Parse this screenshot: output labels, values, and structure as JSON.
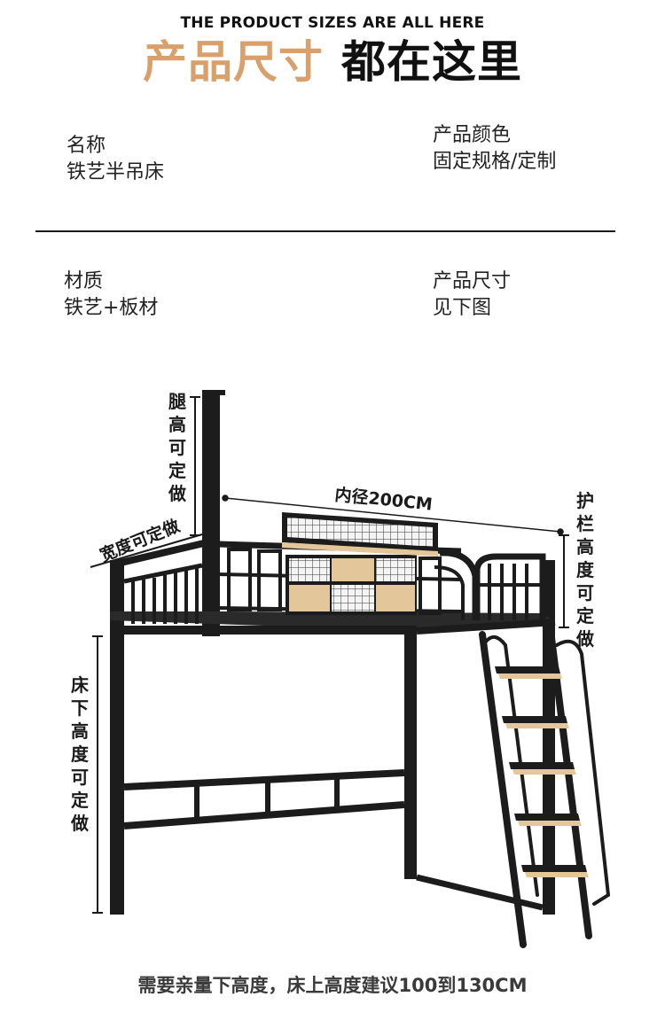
{
  "header": {
    "english": "THE PRODUCT SIZES ARE ALL HERE",
    "title_part1": "产品尺寸",
    "title_part2": "都在这里"
  },
  "info": {
    "name_label": "名称",
    "name_value": "铁艺半吊床",
    "color_label": "产品颜色",
    "color_value": "固定规格/定制",
    "material_label": "材质",
    "material_value": "铁艺+板材",
    "size_label": "产品尺寸",
    "size_value": "见下图"
  },
  "diagram": {
    "leg_height": "腿高可定做",
    "width": "宽度可定做",
    "inner_length": "内径200CM",
    "rail_height": "护栏高度可定做",
    "under_height": "床下高度可定做"
  },
  "footer": {
    "note": "需要亲量下高度，床上高度建议100到130CM"
  },
  "colors": {
    "accent": "#d9a06b",
    "frame": "#1c1c1c",
    "wood": "#e3c79a"
  }
}
